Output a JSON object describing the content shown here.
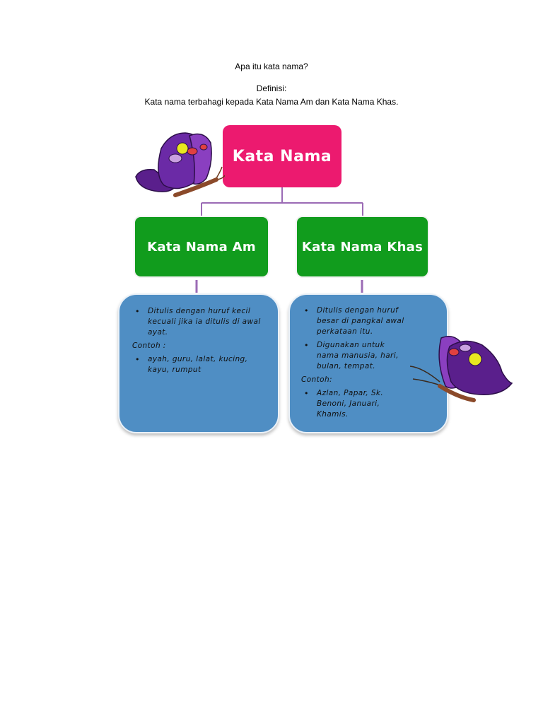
{
  "header": {
    "question": "Apa itu kata nama?",
    "definition_label": "Definisi:",
    "definition_text": "Kata nama terbahagi kepada Kata Nama Am dan Kata Nama Khas."
  },
  "diagram": {
    "root": {
      "label": "Kata Nama",
      "color": "#ec1a6f"
    },
    "branches": [
      {
        "label": "Kata Nama Am",
        "color": "#119c1d",
        "points": [
          "Ditulis dengan huruf kecil kecuali jika ia ditulis di awal ayat."
        ],
        "example_label": "Contoh :",
        "examples": [
          "ayah, guru, lalat, kucing, kayu, rumput"
        ]
      },
      {
        "label": "Kata Nama Khas",
        "color": "#119c1d",
        "points": [
          "Ditulis dengan huruf besar di pangkal awal perkataan itu.",
          "Digunakan untuk nama manusia, hari, bulan, tempat."
        ],
        "example_label": "Contoh:",
        "examples": [
          "Azlan, Papar, Sk. Benoni, Januari, Khamis."
        ]
      }
    ],
    "description_box_color": "#4f8ec4",
    "connector_color": "#9b6bb5"
  }
}
